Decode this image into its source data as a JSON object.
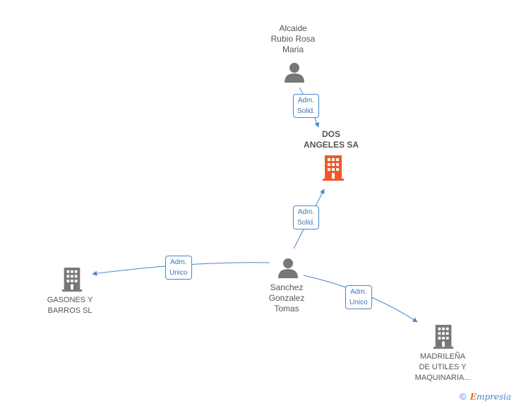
{
  "nodes": {
    "alcaide": {
      "label_lines": [
        "Alcaide",
        "Rubio Rosa",
        "Maria"
      ]
    },
    "dos_angeles": {
      "label_lines": [
        "DOS",
        "ANGELES SA"
      ]
    },
    "sanchez": {
      "label_lines": [
        "Sanchez",
        "Gonzalez",
        "Tomas"
      ]
    },
    "gasones": {
      "label_lines": [
        "GASONES Y",
        "BARROS SL"
      ]
    },
    "madrilena": {
      "label_lines": [
        "MADRILEÑA",
        "DE UTILES Y",
        "MAQUINARIA..."
      ]
    }
  },
  "edges": {
    "alcaide_to_dos": {
      "label_lines": [
        "Adm.",
        "Solid."
      ]
    },
    "sanchez_to_dos": {
      "label_lines": [
        "Adm.",
        "Solid."
      ]
    },
    "sanchez_to_gasones": {
      "label_lines": [
        "Adm.",
        "Unico"
      ]
    },
    "sanchez_to_madrilena": {
      "label_lines": [
        "Adm.",
        "Unico"
      ]
    }
  },
  "colors": {
    "edge": "#4a86c8",
    "person_icon": "#777777",
    "company_icon": "#777777",
    "main_company_icon": "#f05a28"
  },
  "footer": {
    "copyright": "©",
    "brand_initial": "E",
    "brand_rest": "mpresia"
  }
}
